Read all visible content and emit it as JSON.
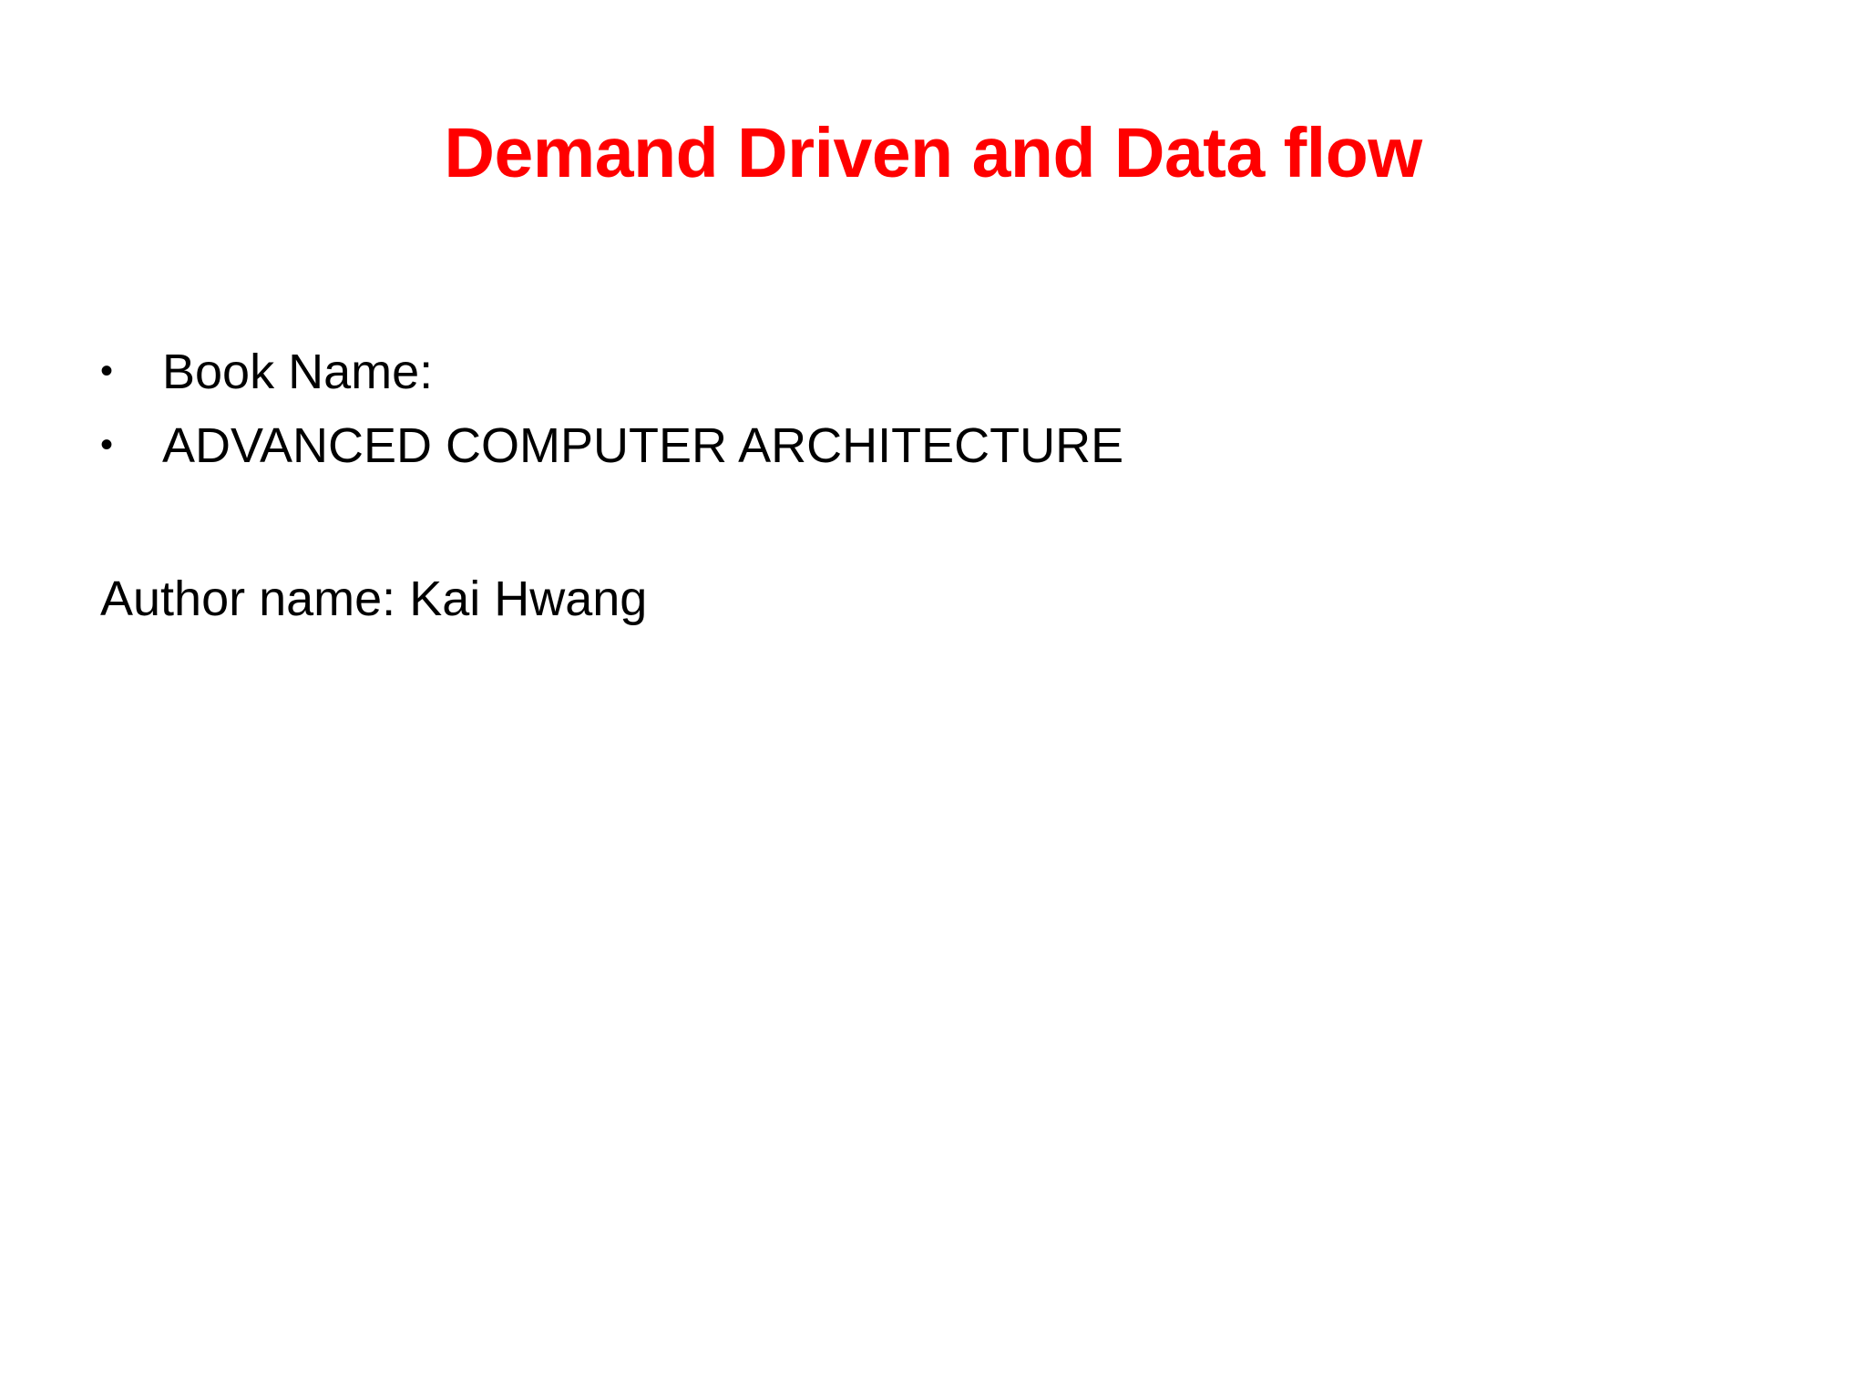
{
  "slide": {
    "background_color": "#ffffff",
    "title": {
      "text": "Demand Driven and Data flow",
      "color": "#ff0000"
    },
    "body": {
      "bullet_glyph": "•",
      "bullets": [
        {
          "text": "Book Name:"
        },
        {
          "text": "ADVANCED COMPUTER ARCHITECTURE"
        }
      ],
      "lines": [
        {
          "text": "Author name: Kai Hwang"
        }
      ]
    }
  }
}
